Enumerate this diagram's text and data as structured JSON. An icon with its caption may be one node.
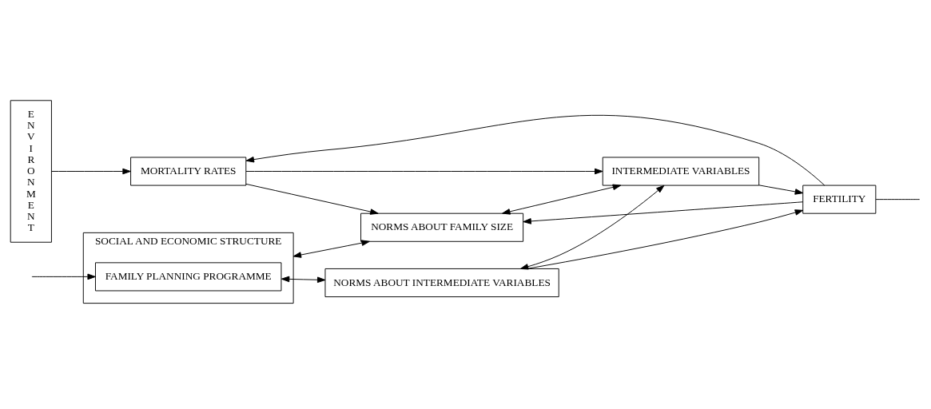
{
  "diagram": {
    "nodes": [
      {
        "text": [
          "ENVIRONMENT"
        ]
      },
      {
        "text": [
          "MORTALITY RATES"
        ]
      },
      {
        "text": [
          "NORMS ABOUT FAMILY SIZE"
        ]
      },
      {
        "text": [
          "SOCIAL AND ECONOMIC STRUCTURE"
        ]
      },
      {
        "text": [
          "FAMILY PLANNING PROGRAMME"
        ],
        "in": 3
      },
      {
        "text": [
          "INTERMEDIATE VARIABLES"
        ]
      },
      {
        "text": [
          "FERTILITY"
        ]
      },
      {
        "text": [
          "NORMS ABOUT INTERMEDIATE VARIABLES"
        ]
      }
    ],
    "edges": [
      {
        "from": 0,
        "to": 1,
        "arrow": "to"
      },
      {
        "from": 6,
        "to": 1,
        "arrow": "to"
      },
      {
        "from": 1,
        "to": 2,
        "arrow": "to"
      },
      {
        "from": 6,
        "to": 2,
        "arrow": "to"
      },
      {
        "from": 1,
        "to": 5,
        "arrow": "to"
      },
      {
        "from": 3,
        "to": 2,
        "arrow": "both"
      },
      {
        "from": 2,
        "to": 5,
        "arrow": "both"
      },
      {
        "from": 5,
        "to": 6,
        "arrow": "to"
      },
      {
        "from": 4,
        "to": 7,
        "arrow": "both"
      },
      {
        "from": 7,
        "to": 5,
        "arrow": "both"
      },
      {
        "from": 7,
        "to": 6,
        "arrow": "to"
      },
      {
        "from": null,
        "to": 4,
        "arrow": "to"
      },
      {
        "from": 6,
        "to": null,
        "arrow": "none"
      }
    ]
  }
}
